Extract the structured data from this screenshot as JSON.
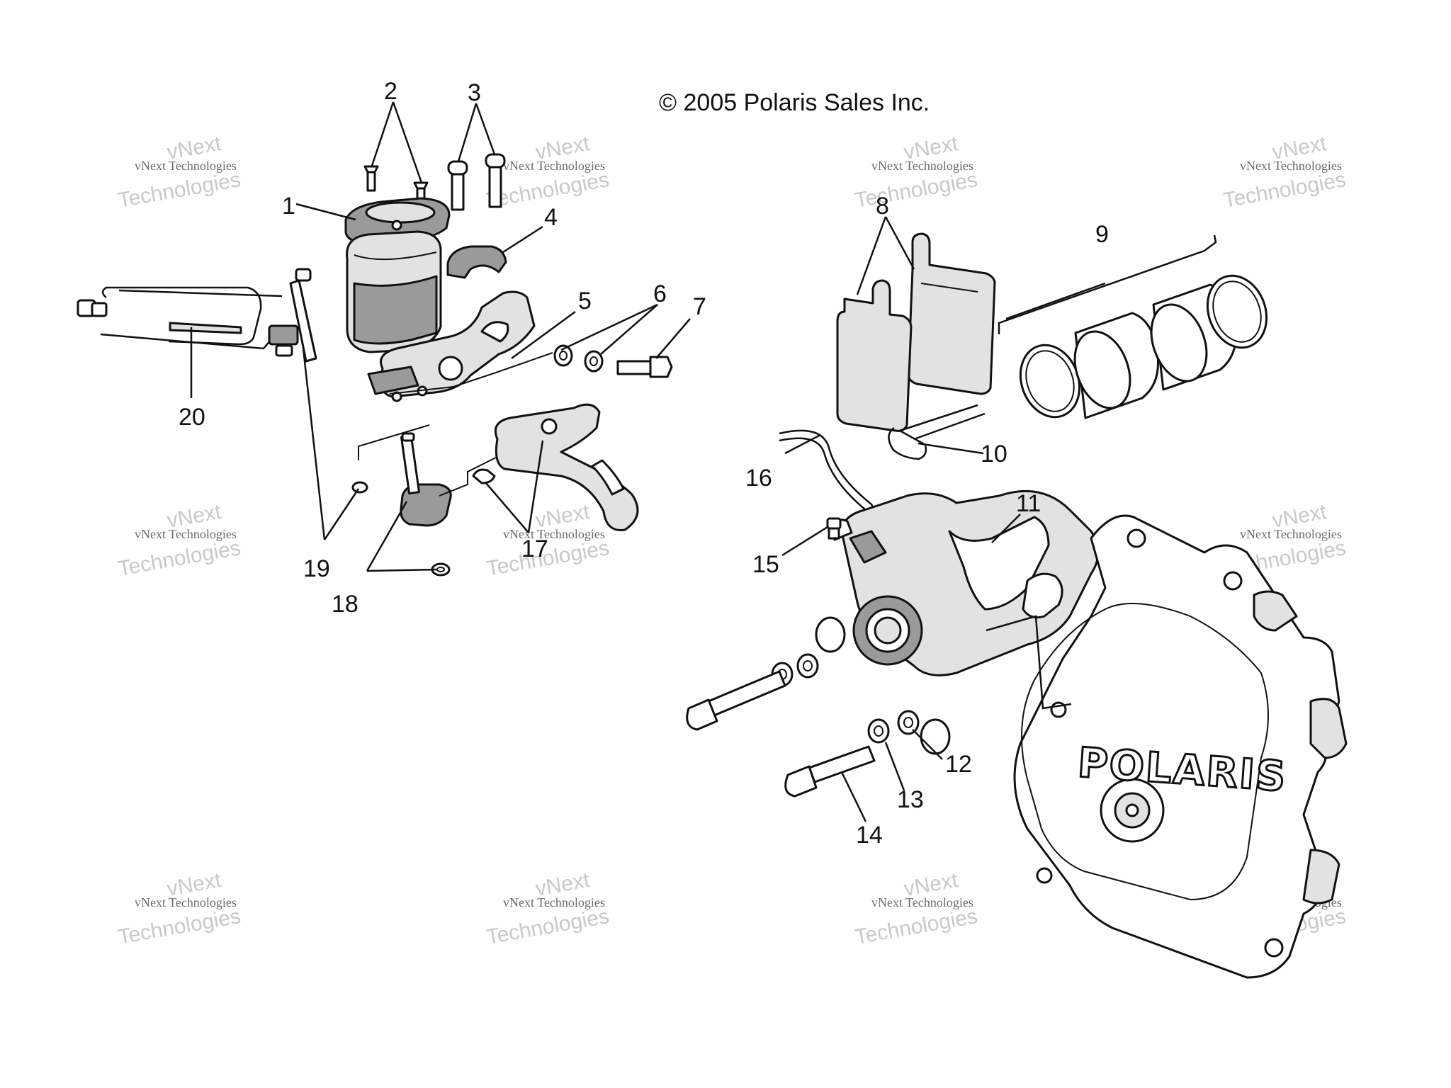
{
  "copyright": "© 2005 Polaris Sales Inc.",
  "brand_text": "POLARIS",
  "watermark": {
    "line1": "vNext",
    "line2": "vNext Technologies",
    "line3": "Technologies"
  },
  "callouts": [
    "1",
    "2",
    "3",
    "4",
    "5",
    "6",
    "7",
    "8",
    "9",
    "10",
    "11",
    "12",
    "13",
    "14",
    "15",
    "16",
    "17",
    "18",
    "19",
    "20"
  ]
}
